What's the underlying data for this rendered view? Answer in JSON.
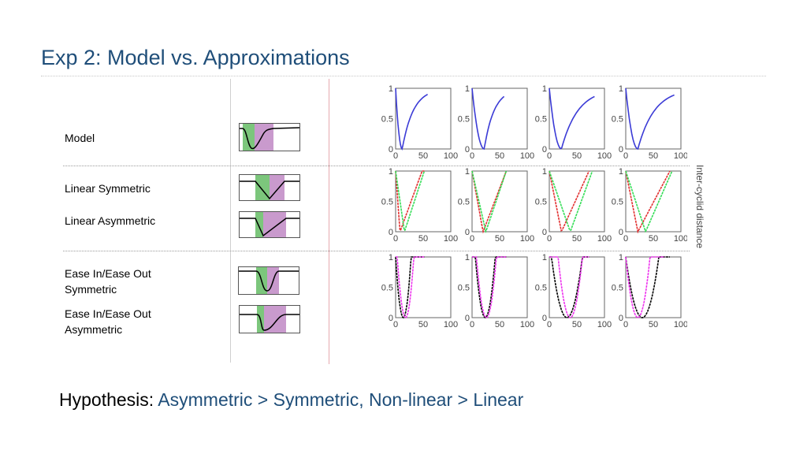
{
  "title": "Exp 2: Model vs. Approximations",
  "rows": [
    {
      "label_lines": [
        "Model"
      ],
      "icon": "model-curve-icon"
    },
    {
      "label_lines": [
        "Linear Symmetric"
      ],
      "icon": "linear-symmetric-icon"
    },
    {
      "label_lines": [
        "Linear Asymmetric"
      ],
      "icon": "linear-asymmetric-icon"
    },
    {
      "label_lines": [
        "Ease In/Ease Out",
        "Symmetric"
      ],
      "icon": "ease-symmetric-icon"
    },
    {
      "label_lines": [
        "Ease In/Ease Out",
        "Asymmetric"
      ],
      "icon": "ease-asymmetric-icon"
    }
  ],
  "grid": {
    "y_ticks": [
      "0",
      "0.5",
      "1"
    ],
    "x_ticks": [
      "0",
      "50",
      "100"
    ],
    "side_label": "Inter-cyclid distance",
    "colors": {
      "model": "#3b3bd6",
      "red": "#e23030",
      "green": "#33dd55",
      "black": "#000000",
      "magenta": "#ee33ee"
    }
  },
  "hypothesis": {
    "prefix": "Hypothesis:",
    "text": "Asymmetric > Symmetric, Non-linear > Linear"
  }
}
